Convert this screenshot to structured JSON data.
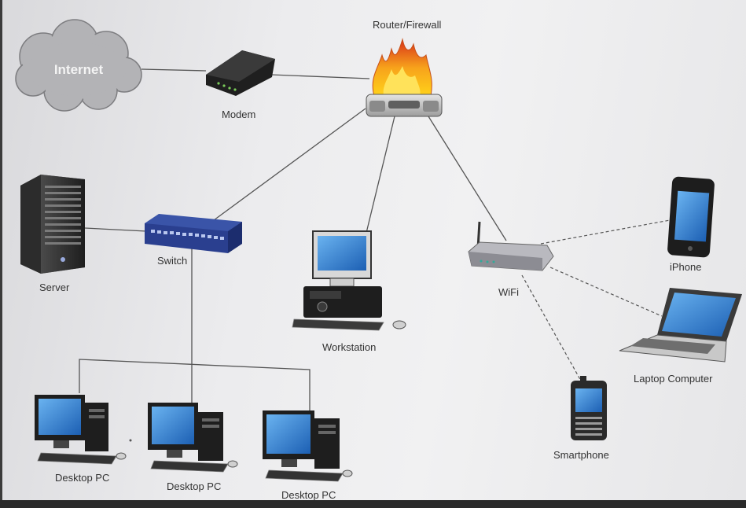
{
  "nodes": {
    "internet": "Internet",
    "modem": "Modem",
    "router": "Router/Firewall",
    "server": "Server",
    "switch": "Switch",
    "workstation": "Workstation",
    "wifi": "WiFi",
    "iphone": "iPhone",
    "laptop": "Laptop Computer",
    "smartphone": "Smartphone",
    "desktop1": "Desktop PC",
    "desktop2": "Desktop PC",
    "desktop3": "Desktop PC"
  },
  "connections": [
    {
      "from": "internet",
      "to": "modem",
      "style": "solid"
    },
    {
      "from": "modem",
      "to": "router",
      "style": "solid"
    },
    {
      "from": "router",
      "to": "switch",
      "style": "solid"
    },
    {
      "from": "router",
      "to": "workstation",
      "style": "solid"
    },
    {
      "from": "router",
      "to": "wifi",
      "style": "solid"
    },
    {
      "from": "server",
      "to": "switch",
      "style": "solid"
    },
    {
      "from": "switch",
      "to": "desktop1",
      "style": "solid"
    },
    {
      "from": "switch",
      "to": "desktop2",
      "style": "solid"
    },
    {
      "from": "switch",
      "to": "desktop3",
      "style": "solid"
    },
    {
      "from": "wifi",
      "to": "iphone",
      "style": "dashed"
    },
    {
      "from": "wifi",
      "to": "laptop",
      "style": "dashed"
    },
    {
      "from": "wifi",
      "to": "smartphone",
      "style": "dashed"
    }
  ],
  "colors": {
    "line": "#555555",
    "screen": "#2f7fd0",
    "device_dark": "#2b2b2b",
    "switch_blue": "#2a3f8f",
    "fire_orange": "#f39a1a"
  },
  "icons": {
    "internet": "cloud-icon",
    "modem": "modem-icon",
    "router": "firewall-icon",
    "server": "server-tower-icon",
    "switch": "network-switch-icon",
    "workstation": "desktop-computer-icon",
    "wifi": "wireless-router-icon",
    "iphone": "smartphone-icon",
    "laptop": "laptop-icon",
    "smartphone": "pda-phone-icon"
  }
}
